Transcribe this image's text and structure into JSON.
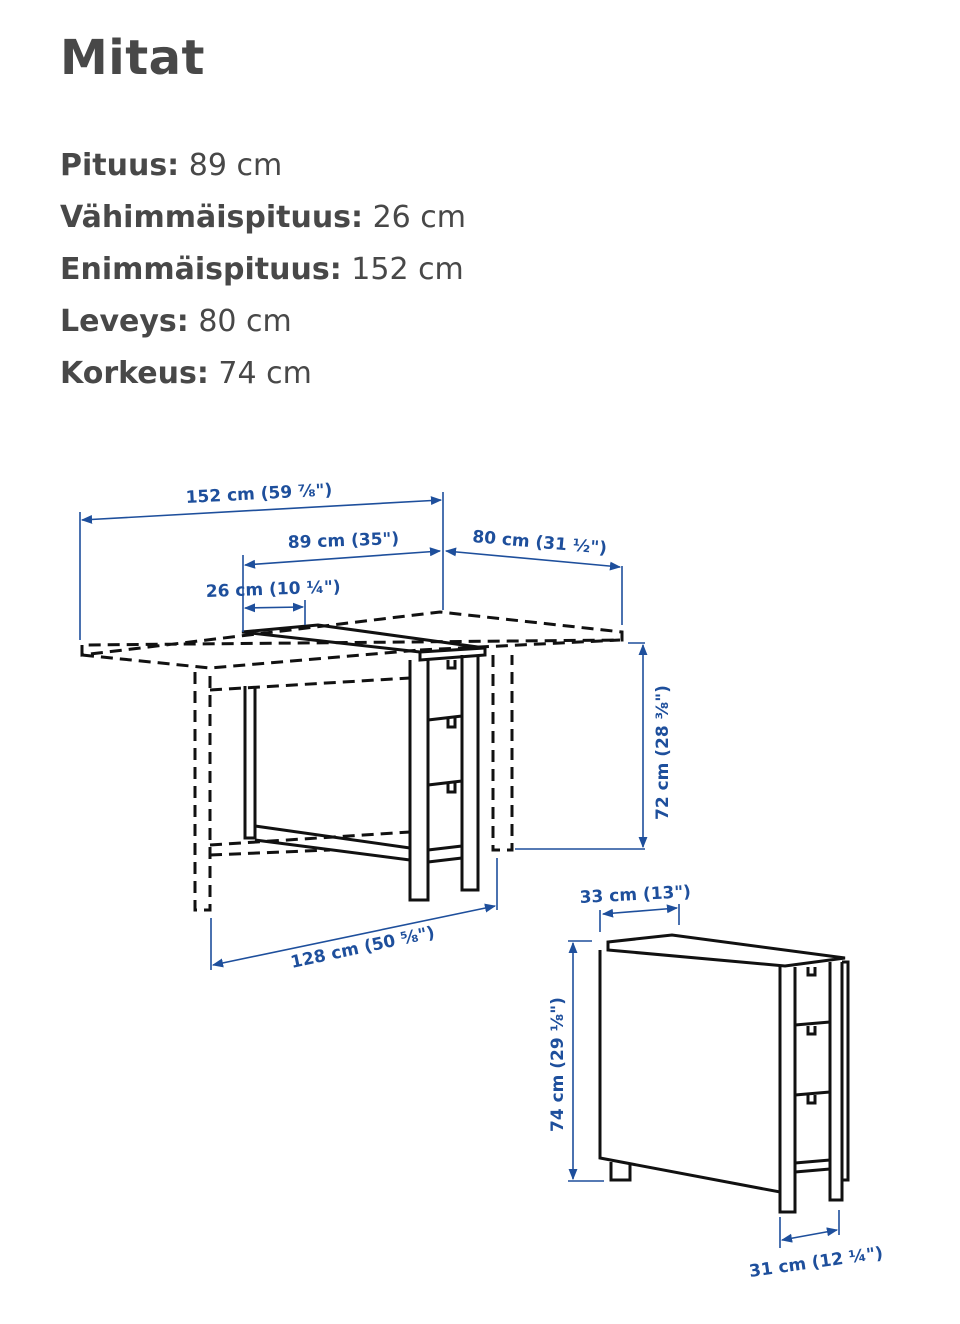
{
  "header": {
    "title": "Mitat"
  },
  "specs": [
    {
      "label": "Pituus:",
      "value": "89 cm"
    },
    {
      "label": "Vähimmäispituus:",
      "value": "26 cm"
    },
    {
      "label": "Enimmäispituus:",
      "value": "152 cm"
    },
    {
      "label": "Leveys:",
      "value": "80 cm"
    },
    {
      "label": "Korkeus:",
      "value": "74 cm"
    }
  ],
  "diagram": {
    "accent_color": "#1e4f9c",
    "line_color": "#111111",
    "open_table": {
      "max_length": "152 cm (59 ⅞\")",
      "length": "89 cm (35\")",
      "min_length": "26 cm (10 ¼\")",
      "width": "80 cm (31 ½\")",
      "leg_height": "72 cm (28 ⅜\")",
      "leg_span": "128 cm (50 ⅝\")"
    },
    "folded_table": {
      "top_depth": "33 cm (13\")",
      "height": "74 cm (29 ⅛\")",
      "base_depth": "31 cm (12 ¼\")"
    }
  }
}
